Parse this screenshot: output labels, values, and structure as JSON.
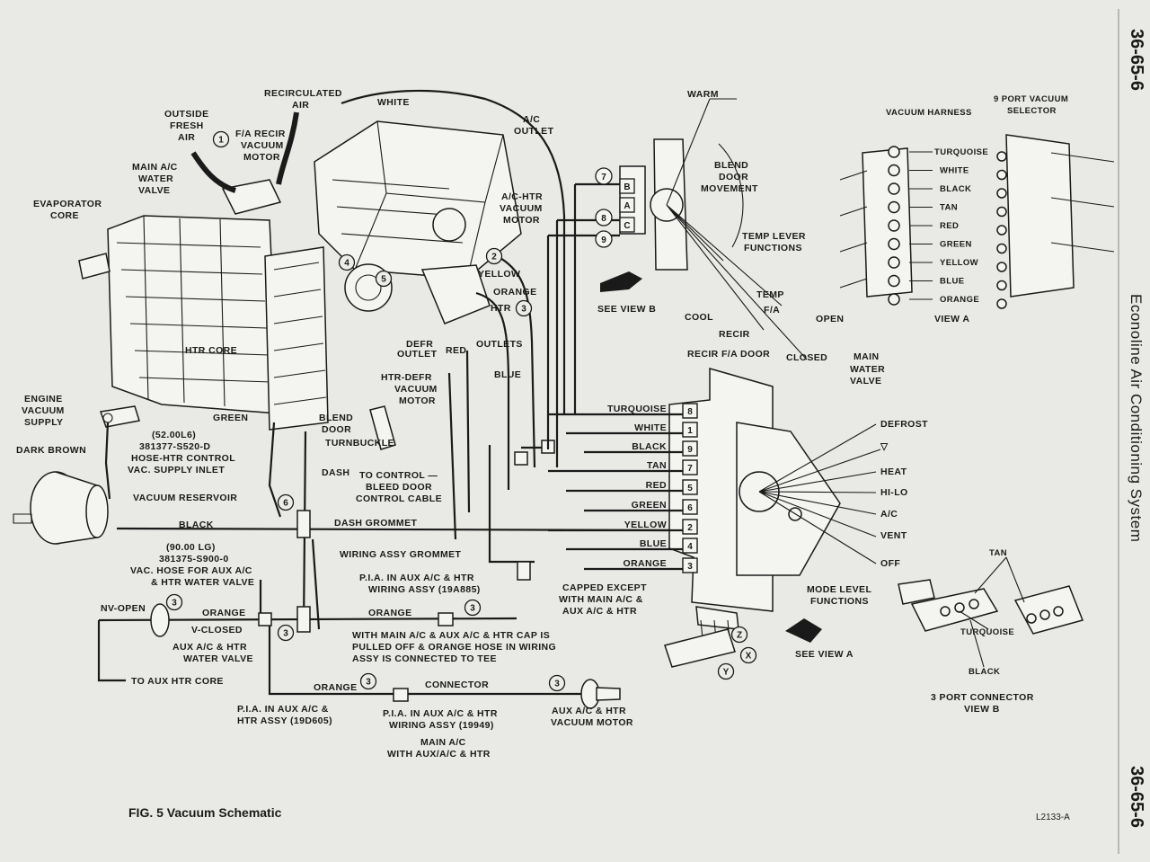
{
  "page": {
    "number_top": "36-65-6",
    "number_bottom": "36-65-6",
    "side_title": "Econoline Air Conditioning System",
    "figure_caption": "FIG. 5 Vacuum Schematic",
    "ref_code": "L2133-A"
  },
  "labels": {
    "outside_fresh_air": [
      "OUTSIDE",
      "FRESH",
      "AIR"
    ],
    "recirculated_air": [
      "RECIRCULATED",
      "AIR"
    ],
    "white_top": "WHITE",
    "ac_outlet": [
      "A/C",
      "OUTLET"
    ],
    "fa_recir_motor": [
      "F/A RECIR",
      "VACUUM",
      "MOTOR"
    ],
    "main_ac_water_valve": [
      "MAIN A/C",
      "WATER",
      "VALVE"
    ],
    "evaporator_core": [
      "EVAPORATOR",
      "CORE"
    ],
    "ac_htr_motor": [
      "A/C-HTR",
      "VACUUM",
      "MOTOR"
    ],
    "yellow": "YELLOW",
    "orange": "ORANGE",
    "see_view_b": "SEE VIEW B",
    "htr_outlets": [
      "HTR",
      "OUTLETS"
    ],
    "red": "RED",
    "blue": "BLUE",
    "htr_core": "HTR CORE",
    "defr_outlet": [
      "DEFR",
      "OUTLET"
    ],
    "htr_defr_motor": [
      "HTR-DEFR",
      "VACUUM",
      "MOTOR"
    ],
    "engine_vacuum_supply": [
      "ENGINE",
      "VACUUM",
      "SUPPLY"
    ],
    "green": "GREEN",
    "blend_door": [
      "BLEND",
      "DOOR"
    ],
    "turnbuckle": "TURNBUCKLE",
    "dark_brown": "DARK BROWN",
    "hose_part": [
      "(52.00L6)",
      "381377-S520-D",
      "HOSE-HTR CONTROL",
      "VAC. SUPPLY INLET"
    ],
    "dash": "DASH",
    "to_control": [
      "TO CONTROL —",
      "BLEED DOOR",
      "CONTROL CABLE"
    ],
    "vacuum_reservoir": "VACUUM RESERVOIR",
    "dash_grommet": "DASH GROMMET",
    "black": "BLACK",
    "aux_hose_part": [
      "(90.00 LG)",
      "381375-S900-0",
      "VAC. HOSE FOR AUX A/C",
      "& HTR WATER VALVE"
    ],
    "wiring_assy_grommet": "WIRING ASSY GROMMET",
    "pia_19a885": [
      "P.I.A. IN AUX A/C & HTR",
      "WIRING ASSY (19A885)"
    ],
    "nv_open": "NV-OPEN",
    "v_closed": "V-CLOSED",
    "aux_water_valve": [
      "AUX A/C & HTR",
      "WATER VALVE"
    ],
    "cap_note": [
      "WITH MAIN A/C & AUX A/C & HTR CAP IS",
      "PULLED OFF & ORANGE HOSE IN WIRING",
      "ASSY IS CONNECTED TO TEE"
    ],
    "to_aux_htr_core": "TO AUX HTR CORE",
    "connector": "CONNECTOR",
    "pia_19d605": [
      "P.I.A. IN AUX A/C &",
      "HTR ASSY (19D605)"
    ],
    "pia_19949": [
      "P.I.A. IN AUX A/C & HTR",
      "WIRING ASSY (19949)"
    ],
    "aux_motor": [
      "AUX A/C & HTR",
      "VACUUM MOTOR"
    ],
    "main_with_aux": [
      "MAIN A/C",
      "WITH AUX/A/C & HTR"
    ],
    "warm": "WARM",
    "blend_door_movement": [
      "BLEND",
      "DOOR",
      "MOVEMENT"
    ],
    "temp_lever_functions": [
      "TEMP LEVER",
      "FUNCTIONS"
    ],
    "cool": "COOL",
    "temp": "TEMP",
    "fa": "F/A",
    "recir": "RECIR",
    "recir_fa_door": "RECIR F/A DOOR",
    "closed": "CLOSED",
    "open": "OPEN",
    "main_water_valve": [
      "MAIN",
      "WATER",
      "VALVE"
    ],
    "capped_except": [
      "CAPPED EXCEPT",
      "WITH MAIN A/C &",
      "AUX A/C & HTR"
    ],
    "mode_level_functions": [
      "MODE LEVEL",
      "FUNCTIONS"
    ],
    "see_view_a": "SEE VIEW A",
    "vacuum_harness": "VACUUM HARNESS",
    "selector": [
      "9 PORT VACUUM",
      "SELECTOR"
    ],
    "view_a": "VIEW A",
    "tan": "TAN",
    "turquoise": "TURQUOISE",
    "port_connector": [
      "3 PORT CONNECTOR",
      "VIEW B"
    ]
  },
  "selector_ports": [
    {
      "color": "TURQUOISE",
      "num": "8"
    },
    {
      "color": "WHITE",
      "num": "1"
    },
    {
      "color": "BLACK",
      "num": "9"
    },
    {
      "color": "TAN",
      "num": "7"
    },
    {
      "color": "RED",
      "num": "5"
    },
    {
      "color": "GREEN",
      "num": "6"
    },
    {
      "color": "YELLOW",
      "num": "2"
    },
    {
      "color": "BLUE",
      "num": "4"
    },
    {
      "color": "ORANGE",
      "num": "3"
    }
  ],
  "mode_positions": [
    "DEFROST",
    "▽",
    "HEAT",
    "HI-LO",
    "A/C",
    "VENT",
    "OFF"
  ],
  "view_a_colors": [
    "TURQUOISE",
    "WHITE",
    "BLACK",
    "TAN",
    "RED",
    "GREEN",
    "YELLOW",
    "BLUE",
    "ORANGE"
  ],
  "view_b_ports": [
    "7",
    "B",
    "8",
    "A",
    "9",
    "C"
  ],
  "callouts": {
    "c1": "1",
    "c2": "2",
    "c3": "3",
    "c4": "4",
    "c5": "5",
    "c6": "6",
    "x": "X",
    "y": "Y",
    "z": "Z"
  }
}
